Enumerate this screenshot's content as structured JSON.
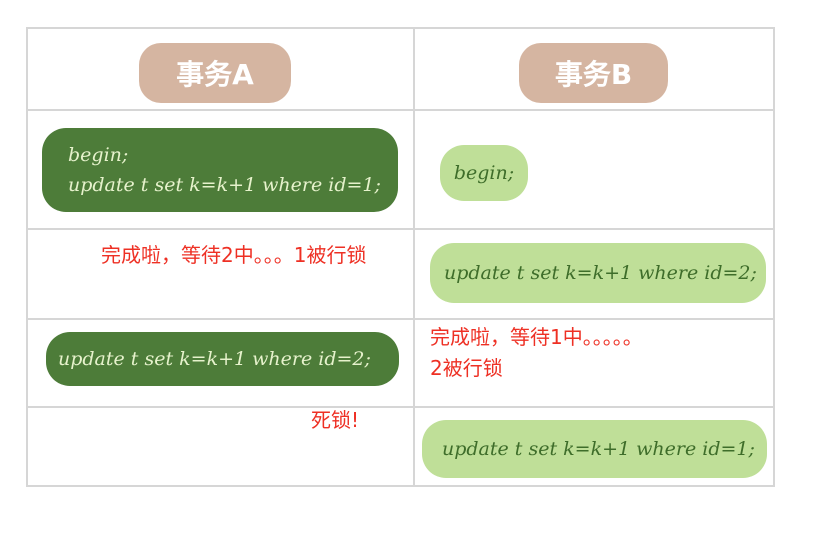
{
  "headers": {
    "tx_a": "事务A",
    "tx_b": "事务B"
  },
  "tx_a": {
    "step1_line1": "begin;",
    "step1_line2": "update t set k=k+1 where id=1;",
    "step3": "update t set k=k+1 where id=2;"
  },
  "tx_b": {
    "step1": "begin;",
    "step2": "update t set k=k+1 where id=2;",
    "step4": "update t set k=k+1 where id=1;"
  },
  "annotations": {
    "a_waiting": "完成啦，等待2中。。。1被行锁",
    "b_waiting_line1": "完成啦，等待1中。。。。。",
    "b_waiting_line2": "2被行锁",
    "deadlock": "死锁!"
  },
  "colors": {
    "header_pill": "#d5b5a1",
    "dark_pill": "#4d7c39",
    "light_pill": "#bfdf98",
    "annotation": "#ee3024",
    "grid_line": "#d6d6d6"
  }
}
